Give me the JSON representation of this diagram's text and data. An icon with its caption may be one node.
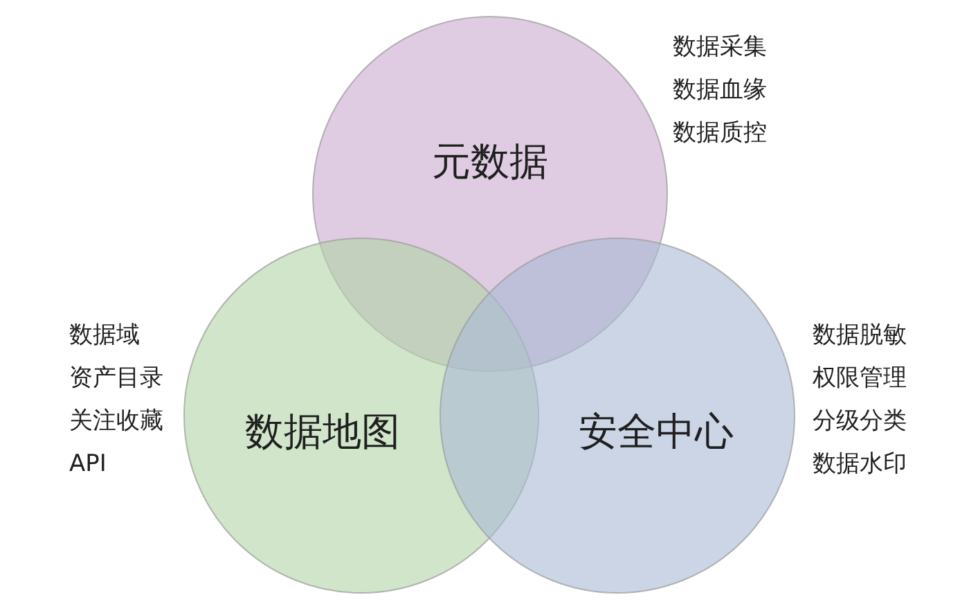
{
  "diagram": {
    "nodes": [
      {
        "text": [
          "元数据"
        ],
        "beside": [
          "数据采集",
          "数据血缘",
          "数据质控"
        ]
      },
      {
        "text": [
          "数据地图"
        ],
        "beside": [
          "数据域",
          "资产目录",
          "关注收藏",
          "API"
        ]
      },
      {
        "text": [
          "安全中心"
        ],
        "beside": [
          "数据脱敏",
          "权限管理",
          "分级分类",
          "数据水印"
        ]
      }
    ]
  }
}
